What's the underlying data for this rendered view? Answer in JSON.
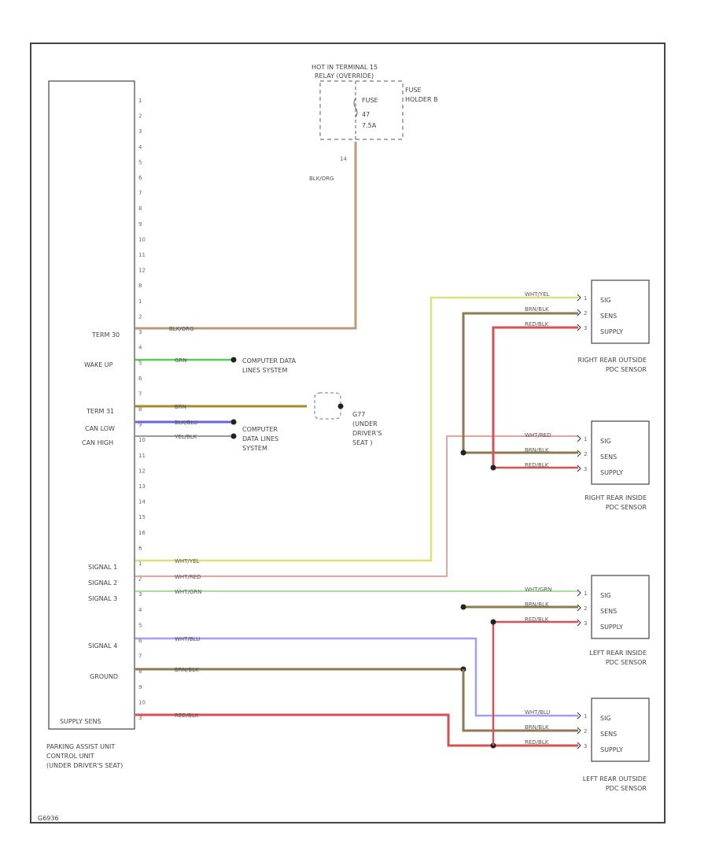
{
  "fuse": {
    "header": [
      "HOT IN TERMINAL 15",
      "RELAY (OVERRIDE)"
    ],
    "fuse_lines": [
      "FUSE",
      "47",
      "7.5A"
    ],
    "holder_lines": [
      "FUSE",
      "HOLDER B"
    ],
    "pin": "14",
    "wire": "BLK/ORG"
  },
  "ecu": {
    "pins": [
      "1",
      "2",
      "3",
      "4",
      "5",
      "6",
      "7",
      "8",
      "9",
      "10",
      "11",
      "12",
      "8",
      "1",
      "2",
      "3",
      "4",
      "5",
      "6",
      "7",
      "8",
      "9",
      "10",
      "11",
      "12",
      "13",
      "14",
      "15",
      "16",
      "6",
      "1",
      "2",
      "3",
      "4",
      "5",
      "6",
      "7",
      "8",
      "9",
      "10",
      "3"
    ],
    "supply_label": "SUPPLY SENS",
    "caption": [
      "PARKING ASSIST UNIT",
      "CONTROL UNIT",
      "(UNDER DRIVER'S SEAT)"
    ],
    "frame_code": "G6936"
  },
  "left_labels": {
    "term30": "TERM 30",
    "wakeup": "WAKE UP",
    "term31": "TERM 31",
    "canlow": "CAN LOW",
    "canhigh": "CAN HIGH",
    "signal1": "SIGNAL 1",
    "signal2": "SIGNAL 2",
    "signal3": "SIGNAL 3",
    "signal4": "SIGNAL 4",
    "ground": "GROUND"
  },
  "wires": {
    "term30": "BLK/ORG",
    "wakeup": "GRN",
    "term31": "BRN",
    "canlow": "BLK/BLU",
    "canhigh": "YEL/BLK",
    "signal1": "WHT/YEL",
    "signal2": "WHT/RED",
    "signal3": "WHT/GRN",
    "signal4": "WHT/BLU",
    "ground": "BRN/BLK",
    "supply": "RED/BLK"
  },
  "refs": {
    "computer1": [
      "COMPUTER DATA",
      "LINES SYSTEM"
    ],
    "computer2": [
      "COMPUTER",
      "DATA LINES",
      "SYSTEM"
    ],
    "ground_point": [
      "G77",
      "(UNDER",
      "DRIVER'S",
      "SEAT )"
    ]
  },
  "sensors": [
    {
      "wires": [
        "WHT/YEL",
        "BRN/BLK",
        "RED/BLK"
      ],
      "box": [
        "SIG",
        "SENS",
        "SUPPLY"
      ],
      "caption": [
        "RIGHT REAR OUTSIDE",
        "PDC SENSOR"
      ]
    },
    {
      "wires": [
        "WHT/RED",
        "BRN/BLK",
        "RED/BLK"
      ],
      "box": [
        "SIG",
        "SENS",
        "SUPPLY"
      ],
      "caption": [
        "RIGHT REAR INSIDE",
        "PDC SENSOR"
      ]
    },
    {
      "wires": [
        "WHT/GRN",
        "BRN/BLK",
        "RED/BLK"
      ],
      "box": [
        "SIG",
        "SENS",
        "SUPPLY"
      ],
      "caption": [
        "LEFT REAR INSIDE",
        "PDC SENSOR"
      ]
    },
    {
      "wires": [
        "WHT/BLU",
        "BRN/BLK",
        "RED/BLK"
      ],
      "box": [
        "SIG",
        "SENS",
        "SUPPLY"
      ],
      "caption": [
        "LEFT REAR OUTSIDE",
        "PDC SENSOR"
      ]
    }
  ],
  "colors": {
    "frame": "#444444",
    "wire_blk_org": "#b99a7a",
    "wire_grn": "#55cc55",
    "wire_brn": "#a58a2a",
    "wire_blu": "#6666dd",
    "wire_yel_blk": "#999999",
    "wire_wht_yel": "#e0e07a",
    "wire_wht_red": "#f0a0a0",
    "wire_wht_grn": "#a8e0a0",
    "wire_wht_blu": "#a0a0f0",
    "wire_brn_blk": "#8f7a50",
    "wire_red_blk": "#d85050"
  }
}
